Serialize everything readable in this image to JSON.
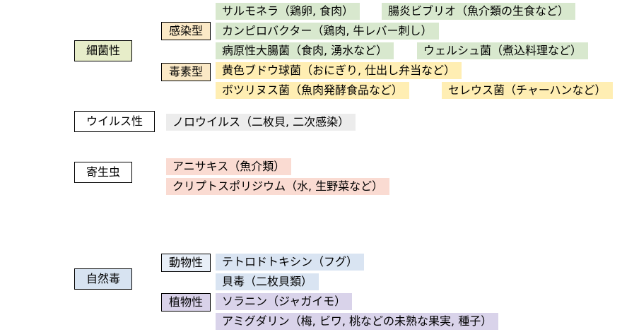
{
  "colors": {
    "bacterial_label": "#e7edc9",
    "infection_label": "#fbe9c6",
    "toxin_label": "#fbe9c6",
    "infection_item": "#d8e8ce",
    "toxin_item": "#ffeeb3",
    "viral_label": "#ffffff",
    "viral_item": "#ececec",
    "parasite_label": "#ffffff",
    "parasite_item": "#fadbd2",
    "natural_label": "#d7e3f1",
    "animal_label": "#e8eff8",
    "animal_item": "#d9e4f2",
    "plant_label": "#d9d2e9",
    "plant_item": "#d9d3ea"
  },
  "tree": [
    {
      "label": "細菌性",
      "subtypes": [
        {
          "label": "感染型",
          "items": [
            "サルモネラ（鶏卵, 食肉）",
            "腸炎ビブリオ（魚介類の生食など）",
            "カンピロバクター（鶏肉, 牛レバー刺し）",
            "病原性大腸菌（食肉, 湧水など）",
            "ウェルシュ菌（煮込料理など）"
          ]
        },
        {
          "label": "毒素型",
          "items": [
            "黄色ブドウ球菌（おにぎり, 仕出し弁当など）",
            "ボツリヌス菌（魚肉発酵食品など）",
            "セレウス菌（チャーハンなど）"
          ]
        }
      ]
    },
    {
      "label": "ウイルス性",
      "items": [
        "ノロウイルス（二枚貝, 二次感染）"
      ]
    },
    {
      "label": "寄生虫",
      "items": [
        "アニサキス（魚介類）",
        "クリプトスポリジウム（水, 生野菜など）"
      ]
    },
    {
      "label": "自然毒",
      "subtypes": [
        {
          "label": "動物性",
          "items": [
            "テトロドトキシン（フグ）",
            "貝毒（二枚貝類）"
          ]
        },
        {
          "label": "植物性",
          "items": [
            "ソラニン（ジャガイモ）",
            "アミグダリン（梅, ビワ, 桃などの未熟な果実, 種子）"
          ]
        }
      ]
    }
  ]
}
